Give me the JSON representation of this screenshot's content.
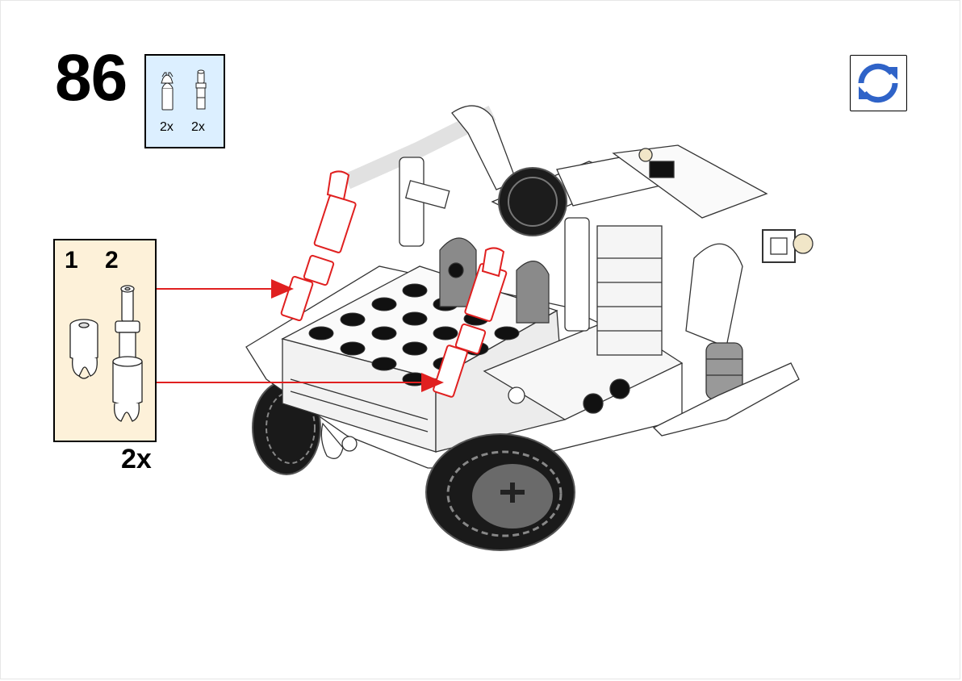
{
  "step": {
    "number": "86"
  },
  "parts_list": {
    "items": [
      {
        "icon": "clip-bar-icon",
        "quantity": "2x"
      },
      {
        "icon": "bar-pin-icon",
        "quantity": "2x"
      }
    ]
  },
  "sub_assembly": {
    "steps": [
      "1",
      "2"
    ],
    "multiplier": "2x"
  },
  "rotate_button": {
    "icon": "rotate-model-icon"
  },
  "colors": {
    "parts_list_bg": "#dcefff",
    "sub_assembly_bg": "#fdf1d9",
    "arrow": "#e02020",
    "highlight": "#e02020",
    "rotate_icon": "#2f63c8"
  }
}
